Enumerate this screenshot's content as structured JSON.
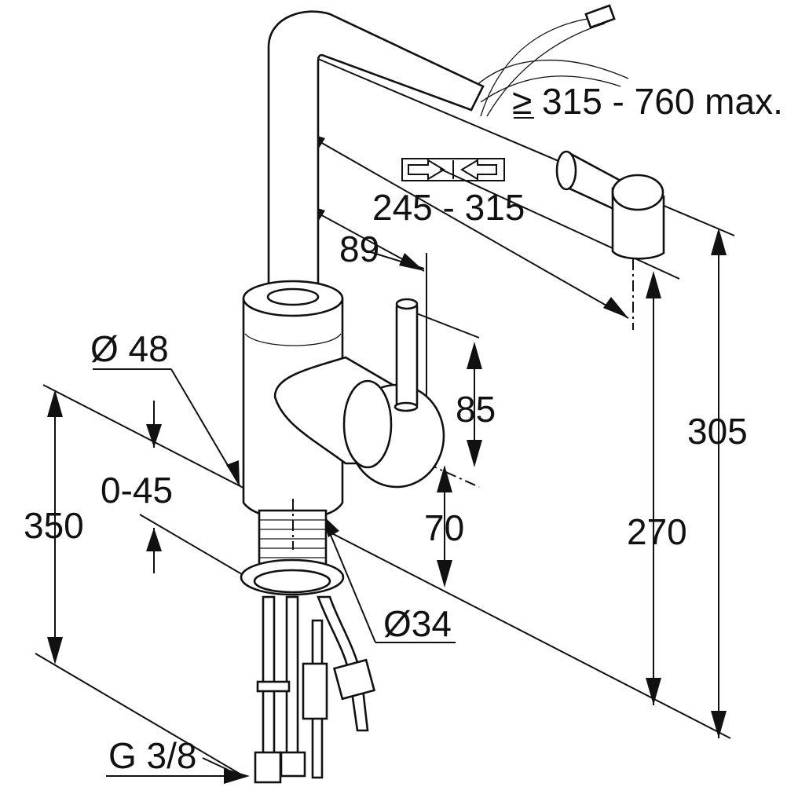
{
  "labels": {
    "hose_extension": "≥ 315 - 760 max.",
    "spout_pull": "245 - 315",
    "spout_offset": "89",
    "diameter_body": "Ø 48",
    "lever_height": "85",
    "total_height": "305",
    "thickness_range": "0-45",
    "lever_base": "70",
    "spout_height": "270",
    "installation_height": "350",
    "thread_diameter": "Ø34",
    "connection": "G 3/8"
  },
  "colors": {
    "ink": "#111111",
    "paper": "#ffffff"
  }
}
